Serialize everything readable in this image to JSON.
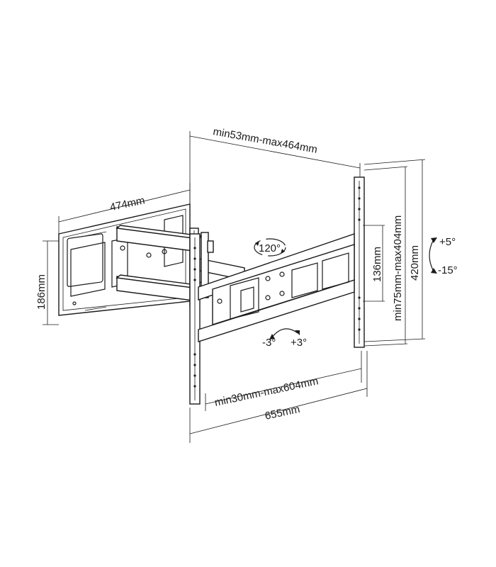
{
  "dimensions": {
    "wall_plate_width": "474mm",
    "wall_plate_height": "186mm",
    "extension_range": "min53mm-max464mm",
    "vesa_horizontal_range": "min30mm-max604mm",
    "overall_width": "655mm",
    "vesa_vertical_range": "min75mm-max404mm",
    "overall_height": "420mm",
    "small_height": "136mm"
  },
  "angles": {
    "swivel": "120°",
    "rotation_left": "-3°",
    "rotation_right": "+3°",
    "tilt_up": "+5°",
    "tilt_down": "-15°"
  },
  "icons": [
    "swivel-arrow-icon",
    "rotation-arrow-icon",
    "tilt-arrow-icon"
  ]
}
